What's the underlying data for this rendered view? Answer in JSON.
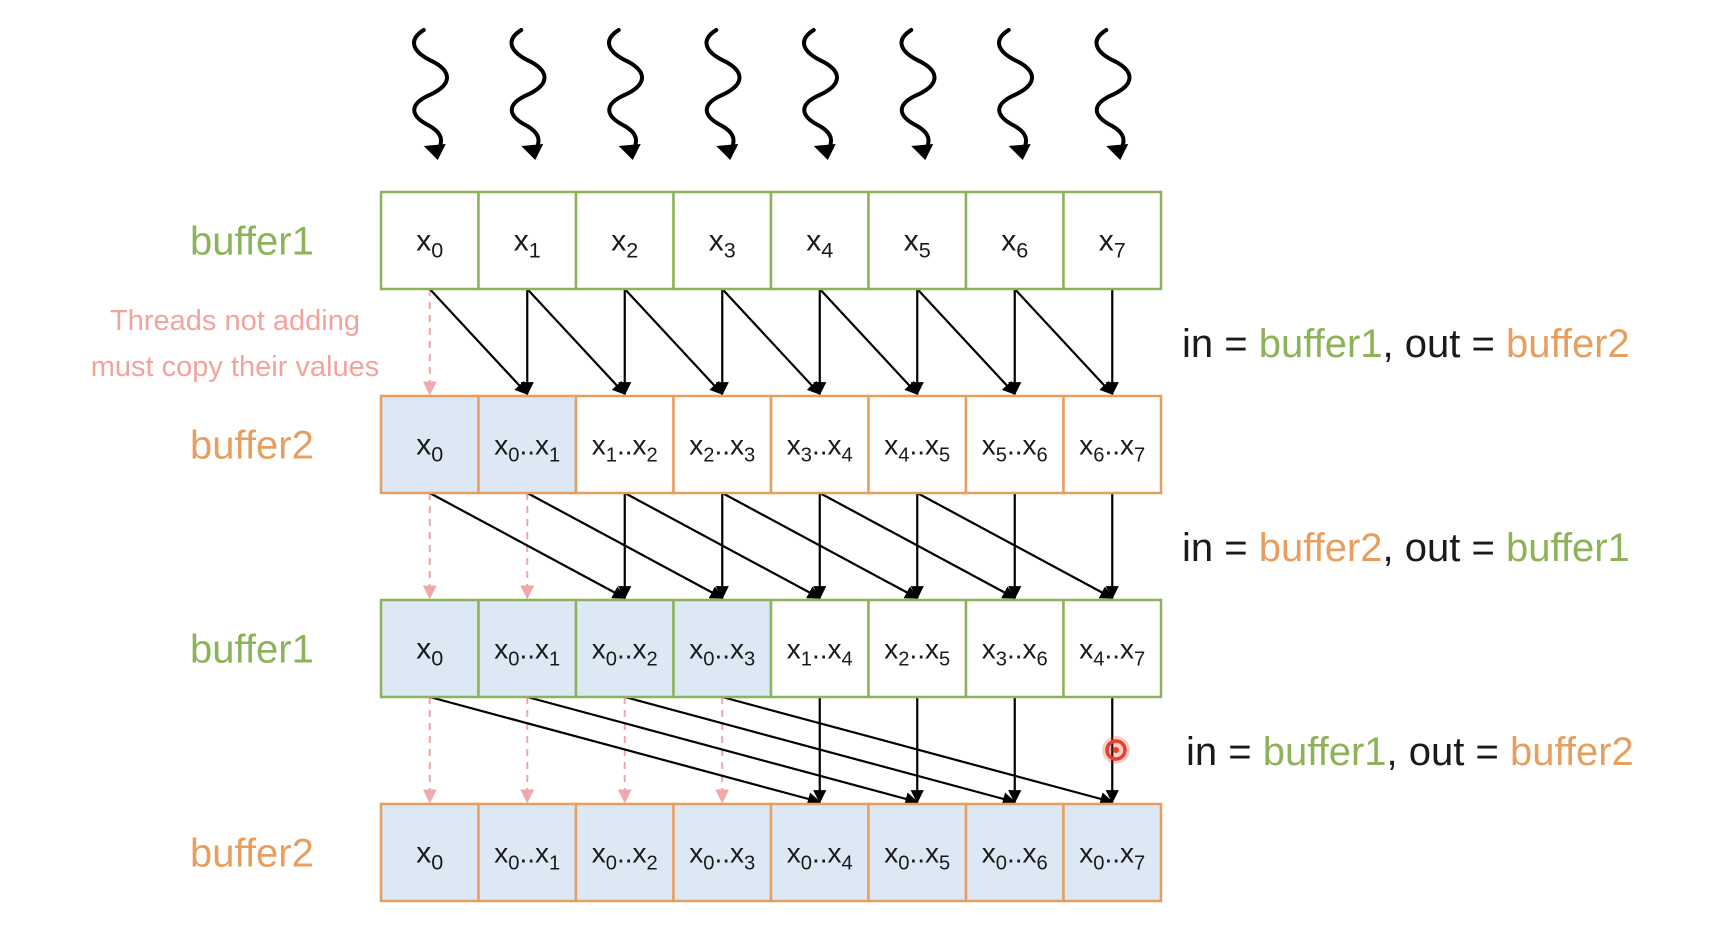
{
  "colors": {
    "green": "#8db35a",
    "orange": "#e69f5e",
    "highlight": "#dce8f4",
    "arrow": "#000000",
    "copy_arrow": "#f0a8a8",
    "note": "#f2a49c",
    "text": "#1a1a1a",
    "cursor": "#e8402a"
  },
  "threads": {
    "count": 8,
    "icon": "squiggle-down-arrow-icon"
  },
  "note": {
    "line1": "Threads not adding",
    "line2": "must copy their values"
  },
  "rows": [
    {
      "label": "buffer1",
      "color": "green",
      "highlighted": 0,
      "cells": [
        {
          "a": "0"
        },
        {
          "a": "1"
        },
        {
          "a": "2"
        },
        {
          "a": "3"
        },
        {
          "a": "4"
        },
        {
          "a": "5"
        },
        {
          "a": "6"
        },
        {
          "a": "7"
        }
      ]
    },
    {
      "label": "buffer2",
      "color": "orange",
      "highlighted": 2,
      "cells": [
        {
          "a": "0"
        },
        {
          "a": "0",
          "b": "1"
        },
        {
          "a": "1",
          "b": "2"
        },
        {
          "a": "2",
          "b": "3"
        },
        {
          "a": "3",
          "b": "4"
        },
        {
          "a": "4",
          "b": "5"
        },
        {
          "a": "5",
          "b": "6"
        },
        {
          "a": "6",
          "b": "7"
        }
      ]
    },
    {
      "label": "buffer1",
      "color": "green",
      "highlighted": 4,
      "cells": [
        {
          "a": "0"
        },
        {
          "a": "0",
          "b": "1"
        },
        {
          "a": "0",
          "b": "2"
        },
        {
          "a": "0",
          "b": "3"
        },
        {
          "a": "1",
          "b": "4"
        },
        {
          "a": "2",
          "b": "5"
        },
        {
          "a": "3",
          "b": "6"
        },
        {
          "a": "4",
          "b": "7"
        }
      ]
    },
    {
      "label": "buffer2",
      "color": "orange",
      "highlighted": 8,
      "cells": [
        {
          "a": "0"
        },
        {
          "a": "0",
          "b": "1"
        },
        {
          "a": "0",
          "b": "2"
        },
        {
          "a": "0",
          "b": "3"
        },
        {
          "a": "0",
          "b": "4"
        },
        {
          "a": "0",
          "b": "5"
        },
        {
          "a": "0",
          "b": "6"
        },
        {
          "a": "0",
          "b": "7"
        }
      ]
    }
  ],
  "steps": [
    {
      "offset": 1,
      "in": {
        "label": "buffer1",
        "color": "green"
      },
      "out": {
        "label": "buffer2",
        "color": "orange"
      }
    },
    {
      "offset": 2,
      "in": {
        "label": "buffer2",
        "color": "orange"
      },
      "out": {
        "label": "buffer1",
        "color": "green"
      }
    },
    {
      "offset": 4,
      "in": {
        "label": "buffer1",
        "color": "green"
      },
      "out": {
        "label": "buffer2",
        "color": "orange"
      }
    }
  ],
  "text": {
    "x": "x",
    "range": "..",
    "in_prefix": "in = ",
    "out_prefix": ", out = "
  }
}
